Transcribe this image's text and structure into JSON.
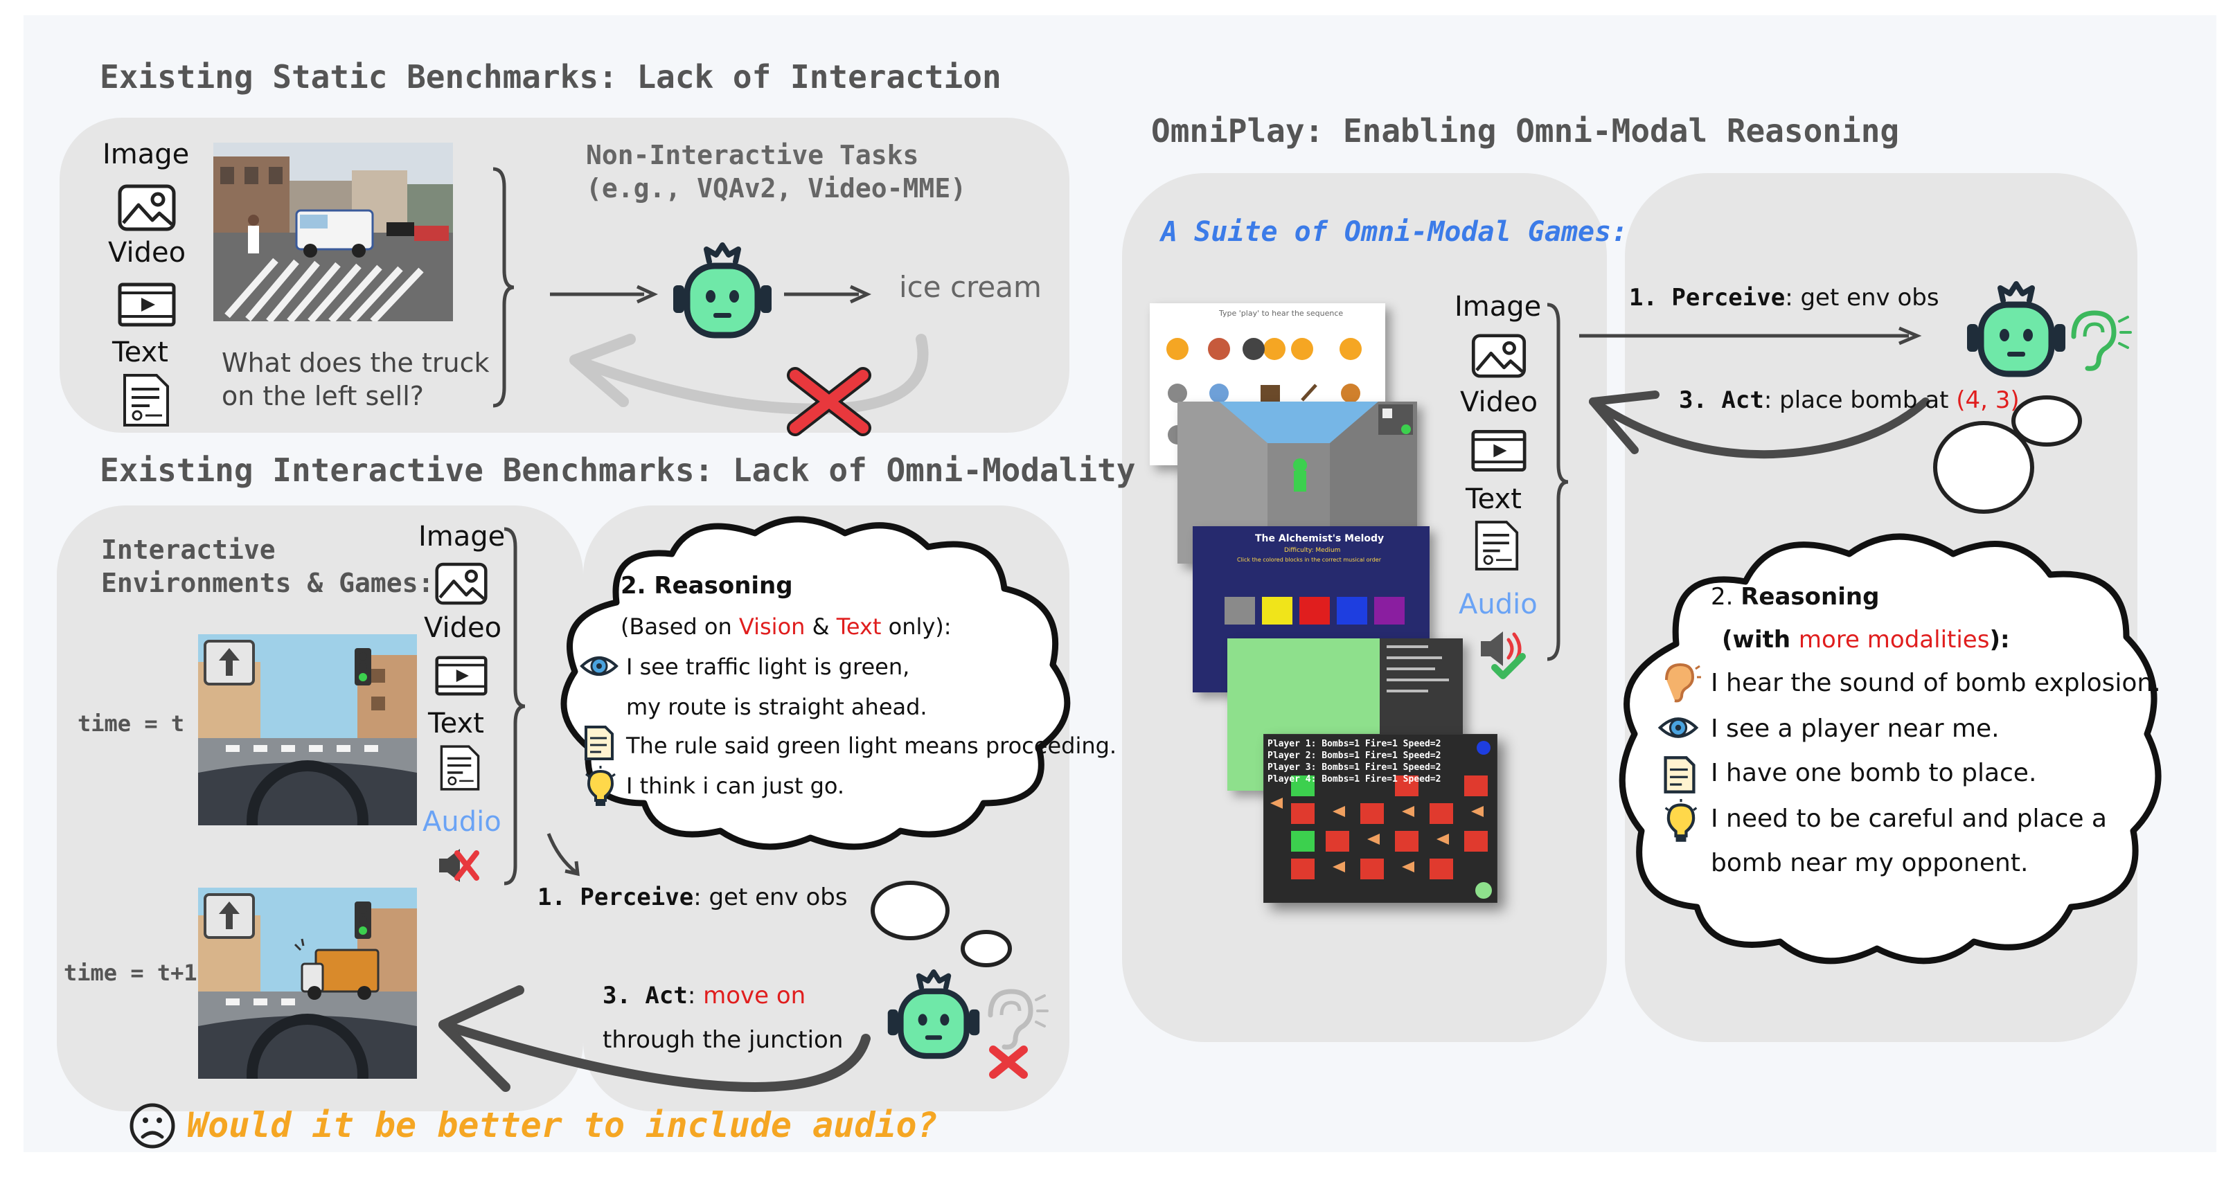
{
  "static": {
    "title": "Existing Static Benchmarks: Lack of Interaction",
    "modalities": {
      "image": "Image",
      "video": "Video",
      "text": "Text"
    },
    "question": [
      "What does the truck",
      "on the left sell?"
    ],
    "tasks": [
      "Non-Interactive Tasks",
      "(e.g., VQAv2, Video-MME)"
    ],
    "answer": "ice cream"
  },
  "interactive": {
    "title": "Existing Interactive Benchmarks: Lack of Omni-Modality",
    "env_label": [
      "Interactive",
      "Environments & Games:"
    ],
    "modalities": {
      "image": "Image",
      "video": "Video",
      "text": "Text",
      "audio": "Audio"
    },
    "time_t": "time = t",
    "time_t1": "time = t+1",
    "reasoning": {
      "title": "2. Reasoning",
      "based_pre": "(Based on ",
      "vision": "Vision",
      "amp": " & ",
      "text": "Text",
      "based_post": " only):",
      "lines": [
        "I see traffic light is green,",
        "my route is straight ahead.",
        "The rule said green light means proceeding.",
        "I think i can just go."
      ]
    },
    "perceive_num": "1. ",
    "perceive_bold": "Perceive",
    "perceive_rest": ": get env obs",
    "act_num": "3. ",
    "act_bold": "Act",
    "act_colon": ": ",
    "act_red": "move on",
    "act_line2": "through the junction",
    "question": "Would it be better to include audio?"
  },
  "omniplay": {
    "title": "OmniPlay: Enabling Omni-Modal Reasoning",
    "suite": "A Suite of Omni-Modal Games:",
    "modalities": {
      "image": "Image",
      "video": "Video",
      "text": "Text",
      "audio": "Audio"
    },
    "perceive_num": "1. ",
    "perceive_bold": "Perceive",
    "perceive_rest": ": get env obs",
    "act_num": "3. ",
    "act_bold": "Act",
    "act_rest": ": place bomb at ",
    "act_red": "(4, 3)",
    "reasoning": {
      "title_num": "2. ",
      "title_bold": "Reasoning",
      "with_pre": "(with ",
      "with_red": "more modalities",
      "with_post": "):",
      "lines": [
        "I hear the sound of bomb explosion.",
        "I see a player near me.",
        "I have one bomb to place.",
        "I need to be careful and place a",
        "bomb near my opponent."
      ]
    },
    "screens": {
      "s1": "Type 'play' to hear the sequence",
      "s3_title": "The Alchemist's Melody",
      "s3_diff": "Difficulty: Medium",
      "s3_sub": "Click the colored blocks in the correct musical order",
      "bomber": [
        "Player 1: Bombs=1 Fire=1 Speed=2",
        "Player 2: Bombs=1 Fire=1 Speed=2",
        "Player 3: Bombs=1 Fire=1 Speed=2",
        "Player 4: Bombs=1 Fire=1 Speed=2"
      ]
    }
  },
  "colors": {
    "robot": "#6fe8a8",
    "robot_dark": "#1f2d3a",
    "cross": "#e8383d",
    "check": "#3cb85c",
    "audio_label": "#6aa3f5",
    "question": "#f5a623",
    "suite_title": "#3b7be8"
  }
}
